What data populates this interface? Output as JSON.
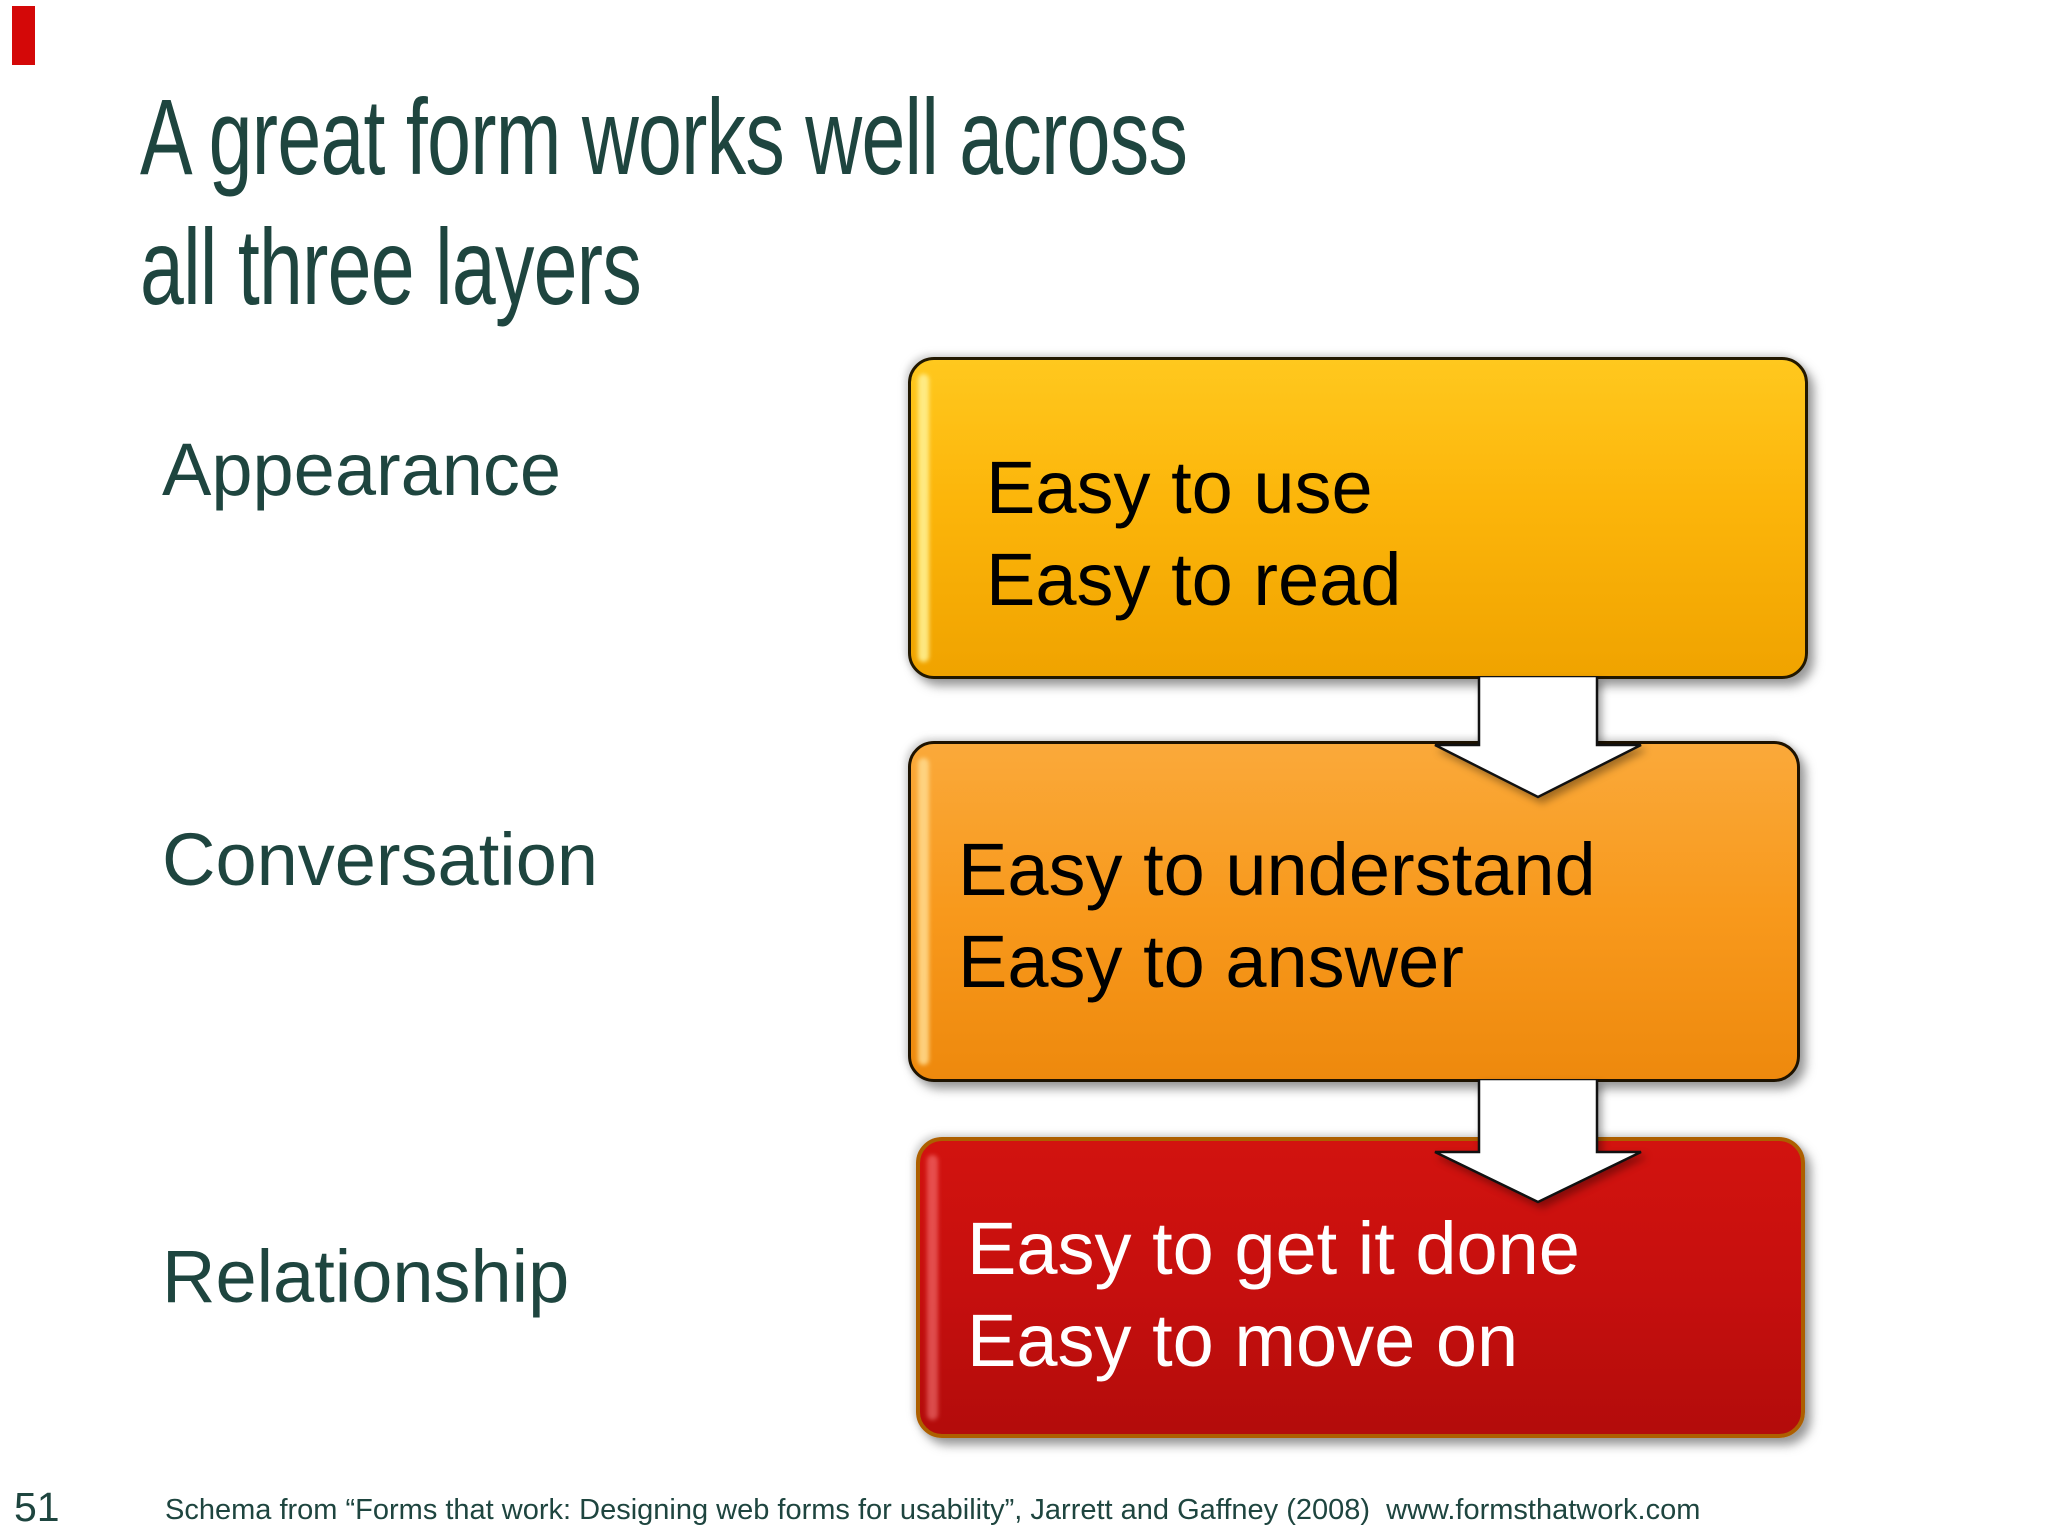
{
  "title": {
    "line1": "A great form works well across",
    "line2": "all three layers"
  },
  "layers": [
    {
      "label": "Appearance",
      "box": {
        "line1": "Easy to use",
        "line2": "Easy to read"
      },
      "fill_color": "#fcb50a",
      "text_color": "#000000"
    },
    {
      "label": "Conversation",
      "box": {
        "line1": "Easy to understand",
        "line2": "Easy to answer"
      },
      "fill_color": "#f8991c",
      "text_color": "#000000"
    },
    {
      "label": "Relationship",
      "box": {
        "line1": "Easy to get it done",
        "line2": "Easy to move on"
      },
      "fill_color": "#c60f0e",
      "text_color": "#ffffff"
    }
  ],
  "footer": {
    "page_number": "51",
    "citation": "Schema from “Forms that work: Designing web forms for usability”, Jarrett and Gaffney (2008)  www.formsthatwork.com"
  },
  "colors": {
    "title_text": "#1e453f",
    "accent_bar": "#d40808",
    "arrow_fill": "#ffffff",
    "arrow_outline": "#111111",
    "red_box_border": "#ad5f00",
    "dark_box_border": "#221800"
  }
}
